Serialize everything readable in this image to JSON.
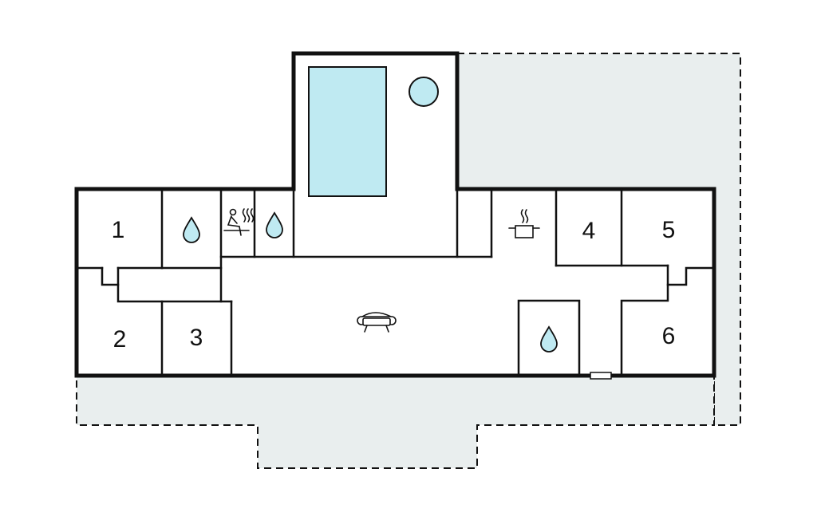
{
  "colors": {
    "wall": "#111111",
    "terrace": "#e9eeee",
    "water": "#bfeaf2",
    "background": "#ffffff"
  },
  "rooms": {
    "r1": "1",
    "r2": "2",
    "r3": "3",
    "r4": "4",
    "r5": "5",
    "r6": "6"
  },
  "icons": {
    "bathroom": "water-drop-icon",
    "sauna": "sauna-icon",
    "kitchen": "cooking-pot-icon",
    "living": "sofa-icon",
    "pool": "pool",
    "whirlpool": "whirlpool"
  }
}
